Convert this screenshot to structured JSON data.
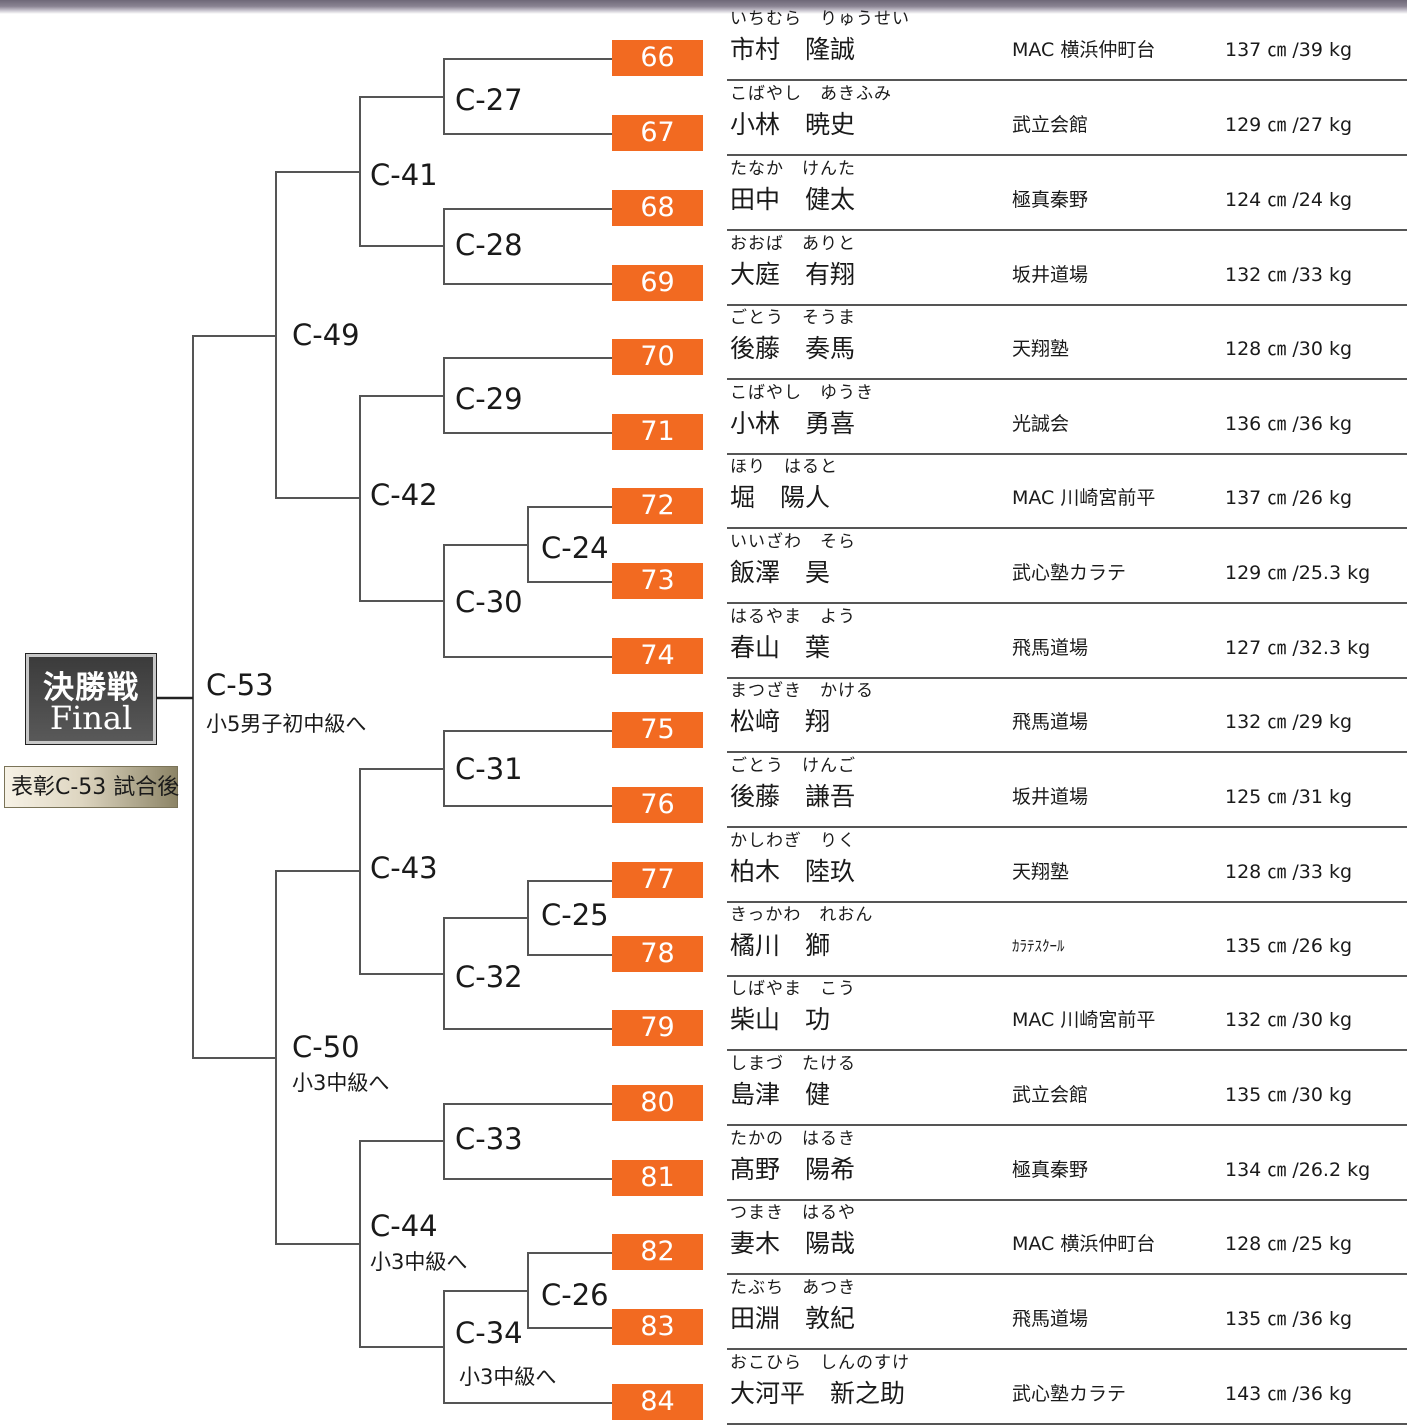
{
  "final": {
    "title_jp": "決勝戦",
    "title_en": "Final",
    "award_note": "表彰C-53 試合後"
  },
  "matches": [
    {
      "id": "c53",
      "label": "C-53",
      "note": "小5男子初中級へ"
    },
    {
      "id": "c49",
      "label": "C-49"
    },
    {
      "id": "c50",
      "label": "C-50",
      "note": "小3中級へ"
    },
    {
      "id": "c41",
      "label": "C-41"
    },
    {
      "id": "c42",
      "label": "C-42"
    },
    {
      "id": "c43",
      "label": "C-43"
    },
    {
      "id": "c44",
      "label": "C-44",
      "note": "小3中級へ"
    },
    {
      "id": "c27",
      "label": "C-27"
    },
    {
      "id": "c28",
      "label": "C-28"
    },
    {
      "id": "c29",
      "label": "C-29"
    },
    {
      "id": "c30",
      "label": "C-30"
    },
    {
      "id": "c31",
      "label": "C-31"
    },
    {
      "id": "c32",
      "label": "C-32"
    },
    {
      "id": "c33",
      "label": "C-33"
    },
    {
      "id": "c34",
      "label": "C-34",
      "note": "小3中級へ"
    },
    {
      "id": "c24",
      "label": "C-24"
    },
    {
      "id": "c25",
      "label": "C-25"
    },
    {
      "id": "c26",
      "label": "C-26"
    }
  ],
  "entries": [
    {
      "seed": "66",
      "furigana": "いちむら　りゅうせい",
      "name": "市村　隆誠",
      "dojo": "MAC 横浜仲町台",
      "physique": "137 ㎝ /39 kg"
    },
    {
      "seed": "67",
      "furigana": "こばやし　あきふみ",
      "name": "小林　暁史",
      "dojo": "武立会館",
      "physique": "129 ㎝ /27 kg"
    },
    {
      "seed": "68",
      "furigana": "たなか　けんた",
      "name": "田中　健太",
      "dojo": "極真秦野",
      "physique": "124 ㎝ /24 kg"
    },
    {
      "seed": "69",
      "furigana": "おおば　ありと",
      "name": "大庭　有翔",
      "dojo": "坂井道場",
      "physique": "132 ㎝ /33 kg"
    },
    {
      "seed": "70",
      "furigana": "ごとう　そうま",
      "name": "後藤　奏馬",
      "dojo": "天翔塾",
      "physique": "128 ㎝ /30 kg"
    },
    {
      "seed": "71",
      "furigana": "こばやし　ゆうき",
      "name": "小林　勇喜",
      "dojo": "光誠会",
      "physique": "136 ㎝ /36 kg"
    },
    {
      "seed": "72",
      "furigana": "ほり　はると",
      "name": "堀　陽人",
      "dojo": "MAC 川崎宮前平",
      "physique": "137 ㎝ /26 kg"
    },
    {
      "seed": "73",
      "furigana": "いいざわ　そら",
      "name": "飯澤　昊",
      "dojo": "武心塾カラテ",
      "physique": "129 ㎝ /25.3 kg"
    },
    {
      "seed": "74",
      "furigana": "はるやま　よう",
      "name": "春山　葉",
      "dojo": "飛馬道場",
      "physique": "127 ㎝ /32.3 kg"
    },
    {
      "seed": "75",
      "furigana": "まつざき　かける",
      "name": "松﨑　翔",
      "dojo": "飛馬道場",
      "physique": "132 ㎝ /29 kg"
    },
    {
      "seed": "76",
      "furigana": "ごとう　けんご",
      "name": "後藤　謙吾",
      "dojo": "坂井道場",
      "physique": "125 ㎝ /31 kg"
    },
    {
      "seed": "77",
      "furigana": "かしわぎ　りく",
      "name": "柏木　陸玖",
      "dojo": "天翔塾",
      "physique": "128 ㎝ /33 kg"
    },
    {
      "seed": "78",
      "furigana": "きっかわ　れおん",
      "name": "橘川　獅",
      "dojo": "ｶﾗﾃｽｸｰﾙ",
      "physique": "135 ㎝ /26 kg"
    },
    {
      "seed": "79",
      "furigana": "しばやま　こう",
      "name": "柴山　功",
      "dojo": "MAC 川崎宮前平",
      "physique": "132 ㎝ /30 kg"
    },
    {
      "seed": "80",
      "furigana": "しまづ　たける",
      "name": "島津　健",
      "dojo": "武立会館",
      "physique": "135 ㎝ /30 kg"
    },
    {
      "seed": "81",
      "furigana": "たかの　はるき",
      "name": "髙野　陽希",
      "dojo": "極真秦野",
      "physique": "134 ㎝ /26.2 kg"
    },
    {
      "seed": "82",
      "furigana": "つまき　はるや",
      "name": "妻木　陽哉",
      "dojo": "MAC 横浜仲町台",
      "physique": "128 ㎝ /25 kg"
    },
    {
      "seed": "83",
      "furigana": "たぶち　あつき",
      "name": "田淵　敦紀",
      "dojo": "飛馬道場",
      "physique": "135 ㎝ /36 kg"
    },
    {
      "seed": "84",
      "furigana": "おこひら　しんのすけ",
      "name": "大河平　新之助",
      "dojo": "武心塾カラテ",
      "physique": "143 ㎝ /36 kg"
    }
  ]
}
